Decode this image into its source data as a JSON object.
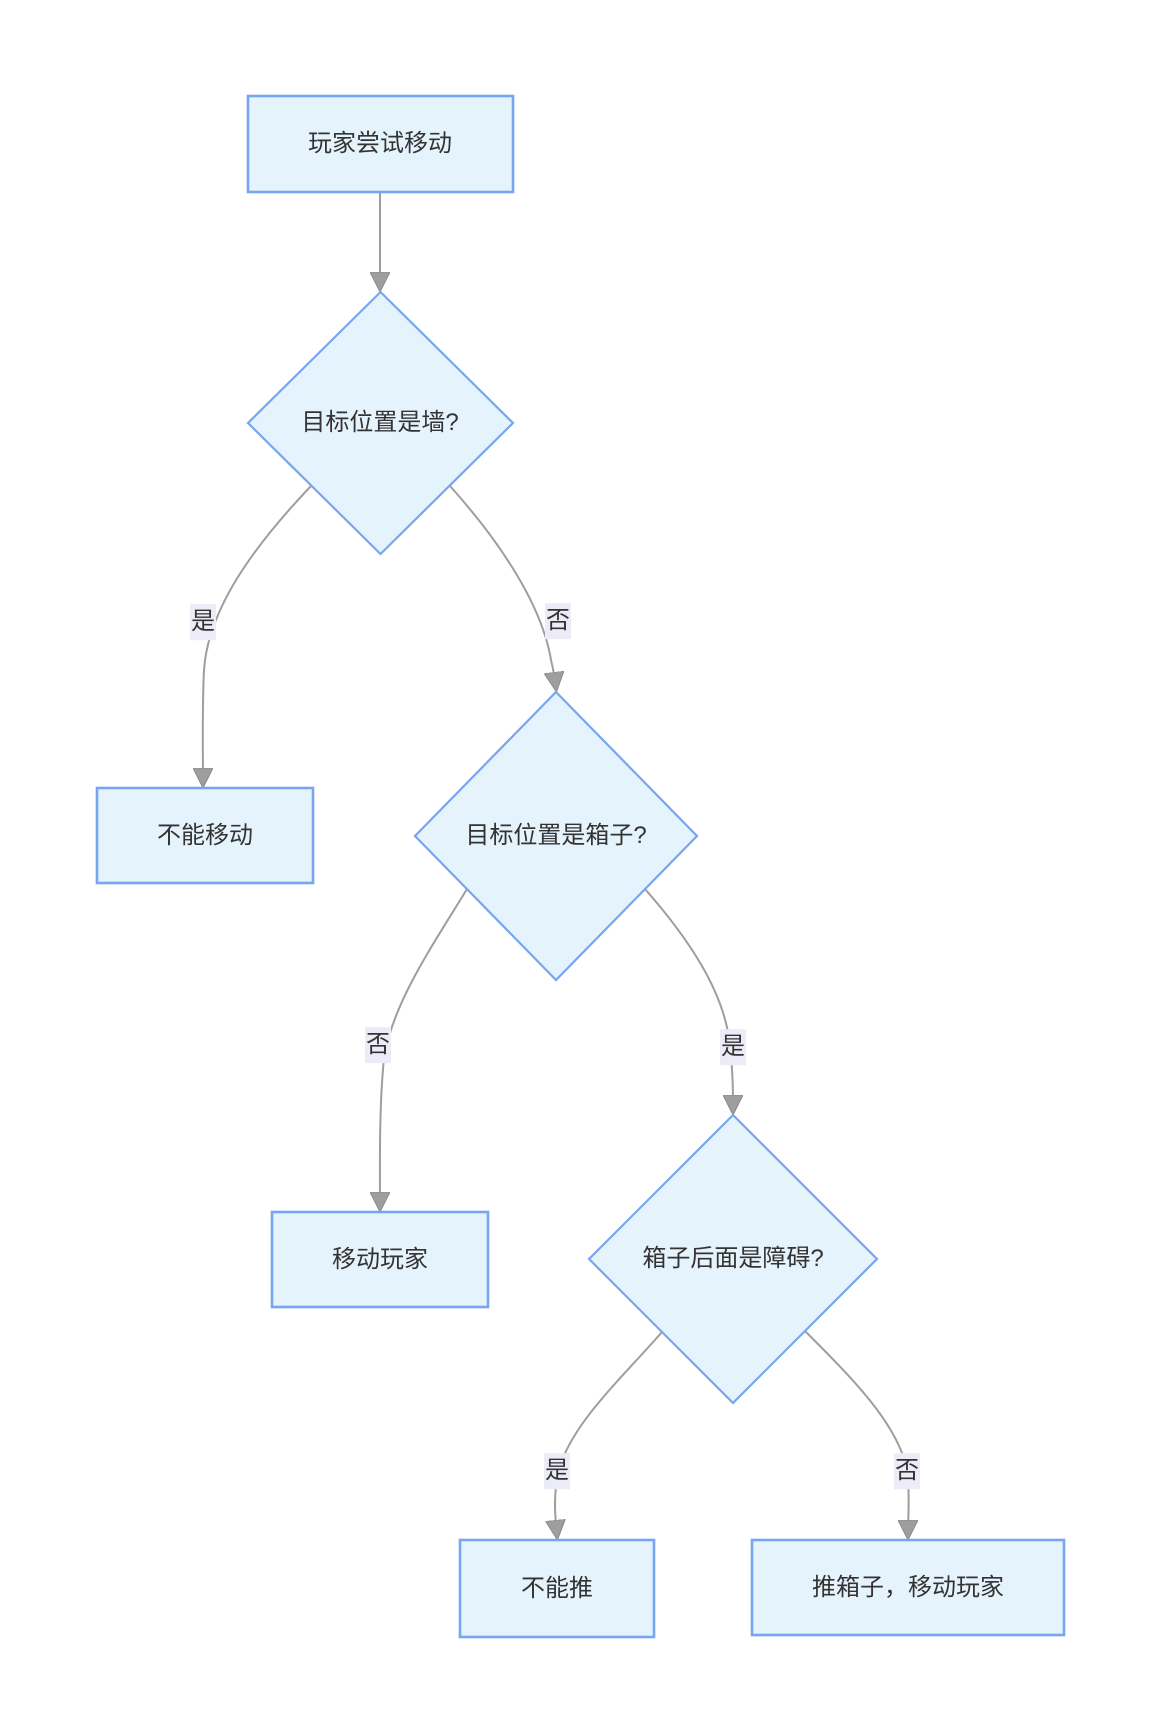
{
  "diagram": {
    "type": "flowchart",
    "direction": "top-down",
    "nodes": [
      {
        "id": "A",
        "shape": "rect",
        "label": "玩家尝试移动"
      },
      {
        "id": "B",
        "shape": "diamond",
        "label": "目标位置是墙?"
      },
      {
        "id": "C",
        "shape": "rect",
        "label": "不能移动"
      },
      {
        "id": "D",
        "shape": "diamond",
        "label": "目标位置是箱子?"
      },
      {
        "id": "E",
        "shape": "rect",
        "label": "移动玩家"
      },
      {
        "id": "F",
        "shape": "diamond",
        "label": "箱子后面是障碍?"
      },
      {
        "id": "G",
        "shape": "rect",
        "label": "不能推"
      },
      {
        "id": "H",
        "shape": "rect",
        "label": "推箱子，移动玩家"
      }
    ],
    "edges": [
      {
        "from": "A",
        "to": "B",
        "label": ""
      },
      {
        "from": "B",
        "to": "C",
        "label": "是"
      },
      {
        "from": "B",
        "to": "D",
        "label": "否"
      },
      {
        "from": "D",
        "to": "E",
        "label": "否"
      },
      {
        "from": "D",
        "to": "F",
        "label": "是"
      },
      {
        "from": "F",
        "to": "G",
        "label": "是"
      },
      {
        "from": "F",
        "to": "H",
        "label": "否"
      }
    ],
    "colors": {
      "background": "#ffffff",
      "node_fill": "#e5f3fc",
      "node_border": "#78a5f2",
      "edge_line": "#9e9e9e",
      "text": "#333333",
      "edge_label_bg": "#ececf8"
    }
  }
}
